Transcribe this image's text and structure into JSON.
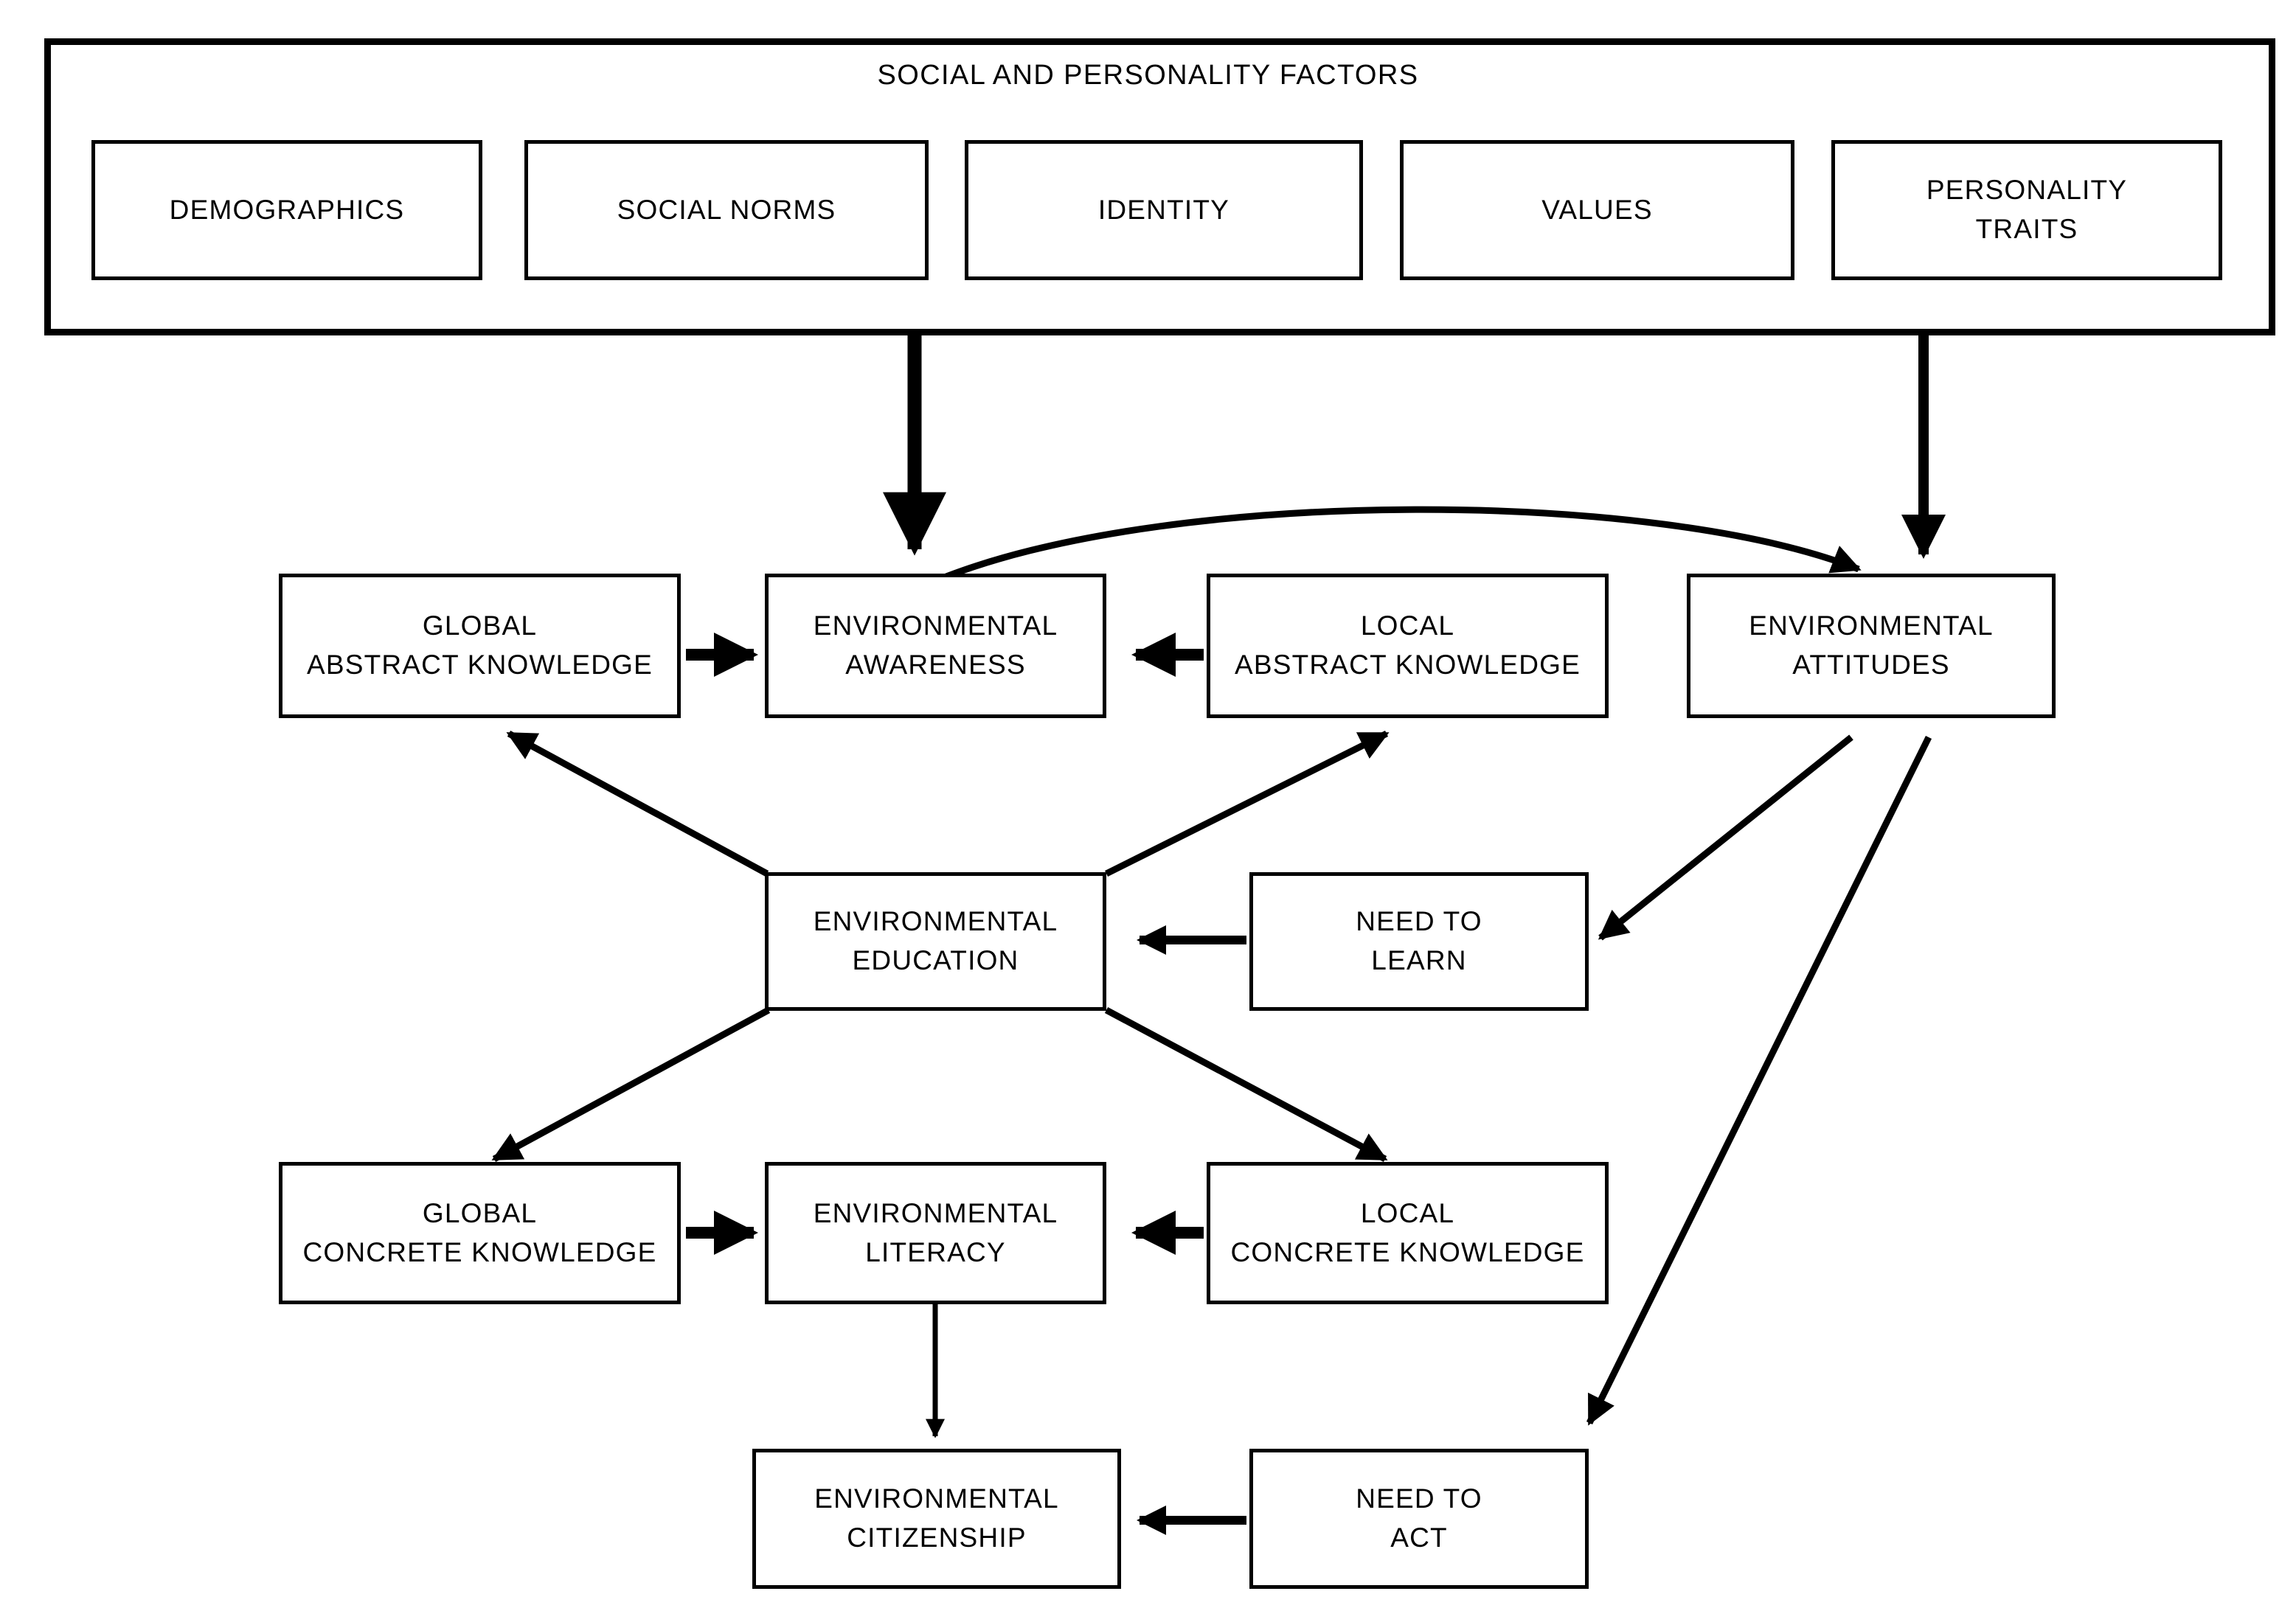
{
  "diagram": {
    "title": "SOCIAL AND PERSONALITY FACTORS",
    "group": {
      "label": "SOCIAL AND PERSONALITY FACTORS",
      "items": [
        {
          "id": "demographics",
          "lines": [
            "DEMOGRAPHICS"
          ]
        },
        {
          "id": "social-norms",
          "lines": [
            "SOCIAL NORMS"
          ]
        },
        {
          "id": "identity",
          "lines": [
            "IDENTITY"
          ]
        },
        {
          "id": "values",
          "lines": [
            "VALUES"
          ]
        },
        {
          "id": "personality-traits",
          "lines": [
            "PERSONALITY",
            "TRAITS"
          ]
        }
      ]
    },
    "nodes": [
      {
        "id": "global-abstract-knowledge",
        "lines": [
          "GLOBAL",
          "ABSTRACT KNOWLEDGE"
        ]
      },
      {
        "id": "environmental-awareness",
        "lines": [
          "ENVIRONMENTAL",
          "AWARENESS"
        ]
      },
      {
        "id": "local-abstract-knowledge",
        "lines": [
          "LOCAL",
          "ABSTRACT KNOWLEDGE"
        ]
      },
      {
        "id": "environmental-attitudes",
        "lines": [
          "ENVIRONMENTAL",
          "ATTITUDES"
        ]
      },
      {
        "id": "environmental-education",
        "lines": [
          "ENVIRONMENTAL",
          "EDUCATION"
        ]
      },
      {
        "id": "need-to-learn",
        "lines": [
          "NEED TO",
          "LEARN"
        ]
      },
      {
        "id": "global-concrete-knowledge",
        "lines": [
          "GLOBAL",
          "CONCRETE KNOWLEDGE"
        ]
      },
      {
        "id": "environmental-literacy",
        "lines": [
          "ENVIRONMENTAL",
          "LITERACY"
        ]
      },
      {
        "id": "local-concrete-knowledge",
        "lines": [
          "LOCAL",
          "CONCRETE KNOWLEDGE"
        ]
      },
      {
        "id": "environmental-citizenship",
        "lines": [
          "ENVIRONMENTAL",
          "CITIZENSHIP"
        ]
      },
      {
        "id": "need-to-act",
        "lines": [
          "NEED TO",
          "ACT"
        ]
      }
    ],
    "edges": [
      {
        "from": "social-and-personality-factors",
        "to": "environmental-awareness",
        "style": "thick-vertical"
      },
      {
        "from": "social-and-personality-factors",
        "to": "environmental-attitudes",
        "style": "thick-vertical"
      },
      {
        "from": "environmental-awareness",
        "to": "environmental-attitudes",
        "style": "curved"
      },
      {
        "from": "global-abstract-knowledge",
        "to": "environmental-awareness",
        "style": "thick-horizontal"
      },
      {
        "from": "local-abstract-knowledge",
        "to": "environmental-awareness",
        "style": "thick-horizontal"
      },
      {
        "from": "environmental-education",
        "to": "global-abstract-knowledge",
        "style": "diagonal"
      },
      {
        "from": "environmental-education",
        "to": "local-abstract-knowledge",
        "style": "diagonal"
      },
      {
        "from": "need-to-learn",
        "to": "environmental-education",
        "style": "thick-horizontal"
      },
      {
        "from": "environmental-attitudes",
        "to": "need-to-learn",
        "style": "diagonal"
      },
      {
        "from": "environmental-education",
        "to": "global-concrete-knowledge",
        "style": "diagonal"
      },
      {
        "from": "environmental-education",
        "to": "local-concrete-knowledge",
        "style": "diagonal"
      },
      {
        "from": "global-concrete-knowledge",
        "to": "environmental-literacy",
        "style": "thick-horizontal"
      },
      {
        "from": "local-concrete-knowledge",
        "to": "environmental-literacy",
        "style": "thick-horizontal"
      },
      {
        "from": "environmental-literacy",
        "to": "environmental-citizenship",
        "style": "thin-vertical"
      },
      {
        "from": "need-to-act",
        "to": "environmental-citizenship",
        "style": "thick-horizontal"
      },
      {
        "from": "environmental-attitudes",
        "to": "need-to-act",
        "style": "diagonal"
      }
    ]
  },
  "colors": {
    "ink": "#000000",
    "paper": "#ffffff"
  }
}
